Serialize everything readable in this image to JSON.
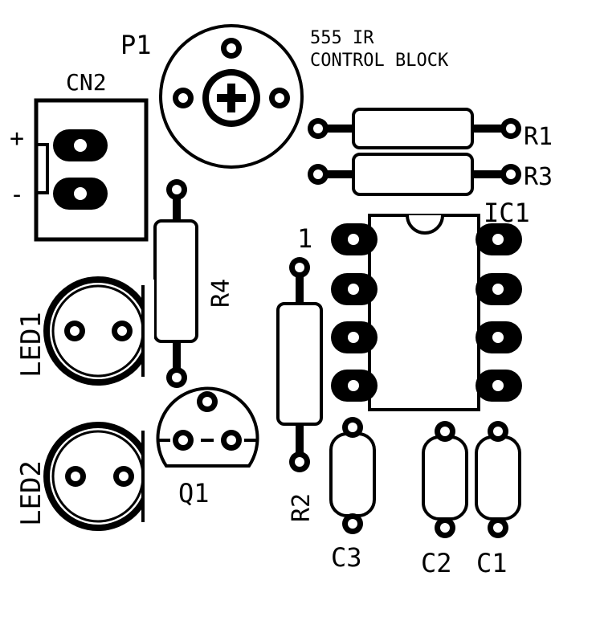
{
  "title": {
    "line1": "555 IR",
    "line2": "CONTROL BLOCK"
  },
  "components": {
    "potentiometer": "P1",
    "connector": "CN2",
    "connector_plus": "+",
    "connector_minus": "-",
    "resistor1": "R1",
    "resistor2": "R2",
    "resistor3": "R3",
    "resistor4": "R4",
    "ic": "IC1",
    "ic_pin1": "1",
    "led1": "LED1",
    "led2": "LED2",
    "transistor": "Q1",
    "capacitor1": "C1",
    "capacitor2": "C2",
    "capacitor3": "C3"
  },
  "colors": {
    "ink": "#000000",
    "board": "#ffffff"
  }
}
